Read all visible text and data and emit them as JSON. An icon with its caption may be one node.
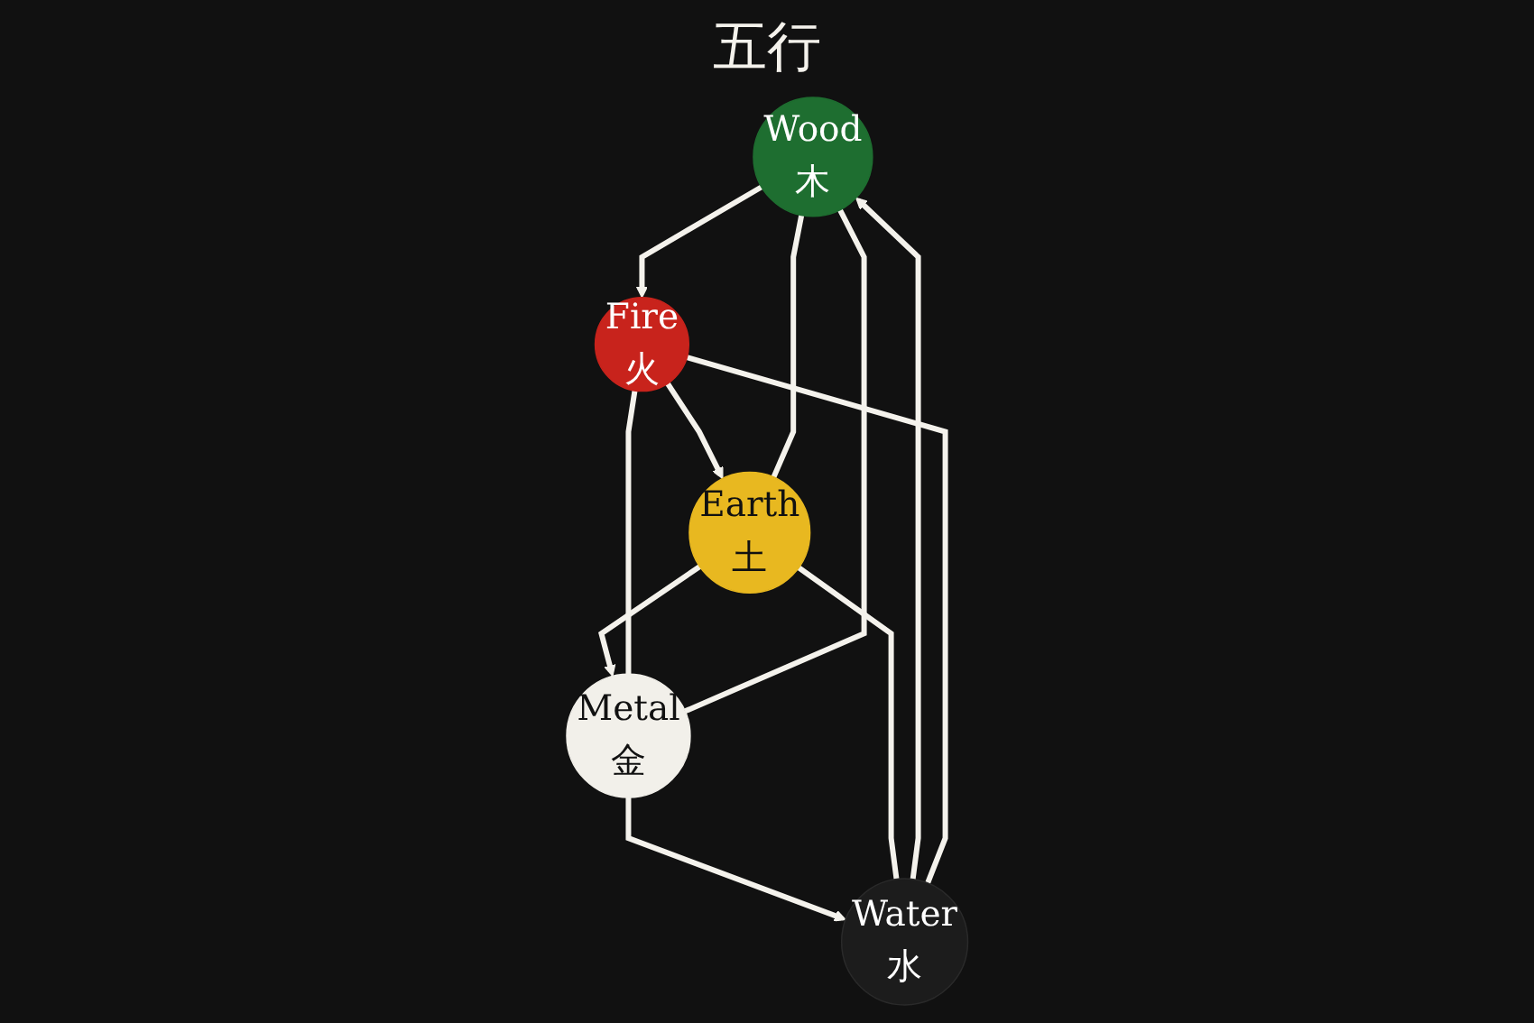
{
  "diagram": {
    "nodes": [
      {
        "text": [
          "Wood",
          "木"
        ]
      },
      {
        "text": [
          "Fire",
          "火"
        ]
      },
      {
        "text": [
          "Earth",
          "土"
        ]
      },
      {
        "text": [
          "Metal",
          "金"
        ]
      },
      {
        "text": [
          "Water",
          "水"
        ]
      }
    ],
    "edges": [
      {
        "from": 4,
        "to": 0,
        "arrow": "to"
      },
      {
        "from": 0,
        "to": 1,
        "arrow": "to"
      },
      {
        "from": 1,
        "to": 2,
        "arrow": "to"
      },
      {
        "from": 2,
        "to": 3,
        "arrow": "to"
      },
      {
        "from": 3,
        "to": 4,
        "arrow": "to"
      },
      {
        "from": 0,
        "to": 2,
        "arrow": "none"
      },
      {
        "from": 2,
        "to": 4,
        "arrow": "none"
      },
      {
        "from": 4,
        "to": 1,
        "arrow": "none"
      },
      {
        "from": 1,
        "to": 3,
        "arrow": "none"
      },
      {
        "from": 3,
        "to": 0,
        "arrow": "none"
      }
    ],
    "labels": [
      "五行"
    ]
  }
}
